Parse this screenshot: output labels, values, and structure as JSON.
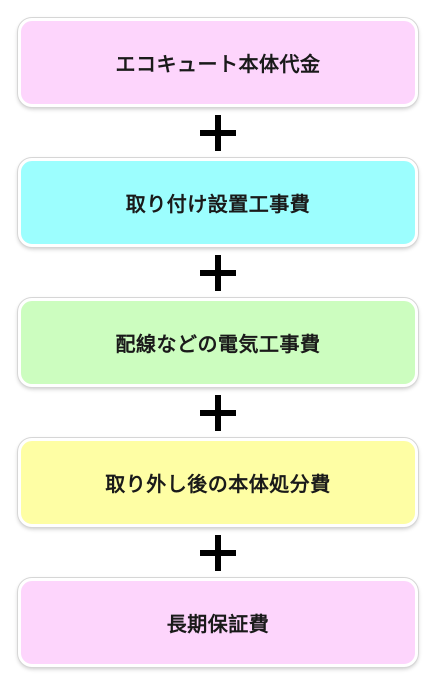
{
  "items": [
    {
      "label": "エコキュート本体代金",
      "color": "#fdd5fc"
    },
    {
      "label": "取り付け設置工事費",
      "color": "#9cfefe"
    },
    {
      "label": "配線などの電気工事費",
      "color": "#ccfdbf"
    },
    {
      "label": "取り外し後の本体処分費",
      "color": "#fefea4"
    },
    {
      "label": "長期保証費",
      "color": "#fdd5fc"
    }
  ],
  "connector_icon": "plus-icon"
}
